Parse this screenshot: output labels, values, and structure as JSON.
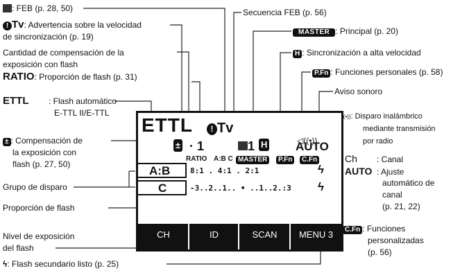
{
  "left_labels": {
    "feb": ": FEB (p. 28, 50)",
    "warn_1": ": Advertencia sobre la velocidad",
    "warn_2": "de sincronización (p. 19)",
    "warn_tv": "Tv",
    "comp_1": "Cantidad de compensación de la",
    "comp_2": "exposición con flash",
    "ratio_key": "RATIO",
    "ratio_text": ": Proporción de flash (p. 31)",
    "ettl_key": "ETTL",
    "ettl_1": ": Flash automático",
    "ettl_2": "E-TTL II/E-TTL",
    "fec_1": ": Compensación de",
    "fec_2": "la exposición con",
    "fec_3": "flash (p. 27, 50)",
    "group": "Grupo de disparo",
    "ratio_label": "Proporción de flash",
    "level_1": "Nivel de exposición",
    "level_2": "del flash",
    "ready": ": Flash secundario listo (p. 25)"
  },
  "right_labels": {
    "feb_seq": "Secuencia FEB (p. 56)",
    "master_badge": "MASTER",
    "master_text": ": Principal (p. 20)",
    "hs_badge": "H",
    "hs_text": ": Sincronización a alta velocidad",
    "pfn_badge": "P.Fn",
    "pfn_text": ": Funciones personales (p. 58)",
    "beep": "Aviso sonoro",
    "radio_sym": "((•))",
    "radio_1": ": Disparo inalámbrico",
    "radio_2": "mediante transmisión",
    "radio_3": "por radio",
    "ch_key": "Ch",
    "ch_text": ": Canal",
    "auto_key": "AUTO",
    "auto_1": ": Ajuste",
    "auto_2": "automático de",
    "auto_3": "canal",
    "auto_4": "(p. 21, 22)",
    "cfn_badge": "C.Fn",
    "cfn_1": ": Funciones",
    "cfn_2": "personalizadas",
    "cfn_3": "(p. 56)"
  },
  "lcd": {
    "ettl": "ETTL",
    "tv": "Tv",
    "feb_count": "1",
    "fec_value": "1",
    "auto": "AUTO",
    "ratio_word": "RATIO",
    "groups_abc": "A:B C",
    "master": "MASTER",
    "pfn": "P.Fn",
    "cfn": "C.Fn",
    "group_ab": "A:B",
    "group_c": "C",
    "ratio_row": "8:1  .  4:1  .  2:1",
    "scale_row": "-3..2..1.. • ..1..2.:3",
    "softkeys": [
      "CH",
      "ID",
      "SCAN",
      "MENU 3"
    ]
  }
}
